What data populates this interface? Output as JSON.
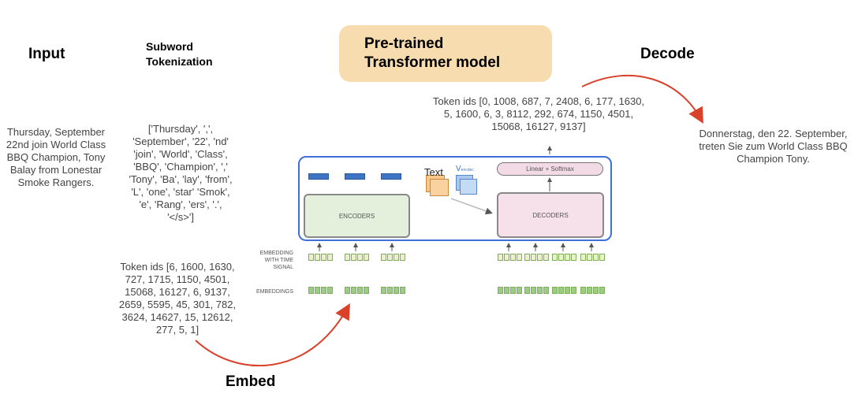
{
  "headers": {
    "input": "Input",
    "tokenization": "Subword Tokenization",
    "model": "Pre-trained Transformer model",
    "decode": "Decode",
    "embed": "Embed"
  },
  "input_text": "Thursday, September 22nd join World Class BBQ Champion, Tony Balay from Lonestar Smoke Rangers.",
  "subword_tokens": "['Thursday', ',', 'September', '22', 'nd' 'join', 'World', 'Class', 'BBQ', 'Champion', ',' 'Tony', 'Ba', 'lay', 'from', 'L', 'one', 'star' 'Smok', 'e', 'Rang', 'ers', '.', '</s>']",
  "input_token_ids": "Token ids [6, 1600, 1630, 727, 1715, 1150, 4501, 15068, 16127, 6, 9137, 2659, 5595, 45, 301, 782, 3624, 14627, 15, 12612, 277, 5, 1]",
  "output_token_ids": "Token ids [0, 1008, 687, 7, 2408, 6, 177, 1630, 5, 1600, 6, 3, 8112, 292, 674, 1150, 4501, 15068, 16127, 9137]",
  "output_text": "Donnerstag, den 22. September, treten Sie zum World Class BBQ Champion Tony.",
  "diagram": {
    "encoders": "ENCODERS",
    "decoders": "DECODERS",
    "linear_softmax": "Linear + Softmax",
    "embedding_time": "EMBEDDING WITH TIME SIGNAL",
    "embeddings": "EMBEDDINGS",
    "text_label": "Text",
    "v_label": "V",
    "v_sub": "encdec"
  },
  "colors": {
    "arrow": "#d9412b",
    "model_border": "#3f6fd8",
    "pretrained_box": "#f6dcae"
  }
}
